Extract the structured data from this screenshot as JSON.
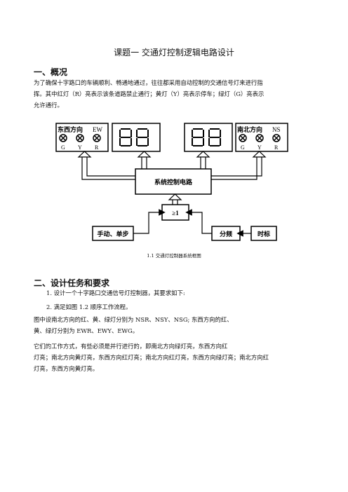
{
  "doc": {
    "title": "课题一 交通灯控制逻辑电路设计",
    "section1": "一、概况",
    "para1_line1": "为了确保十字路口的车辆顺利、畅通地通过，往往都采用自动控制的交通信号灯来进行指",
    "para1_line2": "挥。其中红灯（R）亮表示该条道路禁止通行；黄灯（Y）亮表示停车；绿灯（G）亮表示",
    "para1_line3": "允许通行。",
    "caption": "1.1 交通灯控制器系统框图",
    "section2": "二、设计任务和要求",
    "item1": "1.  设计一个十字路口交通信号灯控制器，其要求如下:",
    "item2": "2.  满足如图 1.2 顺序工作流程。",
    "para2_line1": "图中设南北方向的红、黄、绿灯分别为 NSR、NSY、NSG; 东西方向的红、",
    "para2_line2": "黄、绿灯分别为 EWR、EWY、EWG。",
    "para3_line1": "它们的工作方式，有些必须是并行进行的，即南北方向绿灯亮，东西方向红",
    "para3_line2": "灯亮；南北方向黄灯亮，东西方向红灯亮；南北方向红灯亮，东西方向绿灯亮；南北方向红",
    "para3_line3": "灯亮，东西方向黄灯亮。"
  },
  "diagram": {
    "ew_label": "东西方向",
    "ew_code": "EW",
    "ns_label": "南北方向",
    "ns_code": "NS",
    "light_g": "G",
    "light_y": "Y",
    "light_r": "R",
    "controller": "系统控制电路",
    "or_gate": "≥1",
    "manual": "手动、单步",
    "divider": "分频",
    "clock": "时标"
  }
}
